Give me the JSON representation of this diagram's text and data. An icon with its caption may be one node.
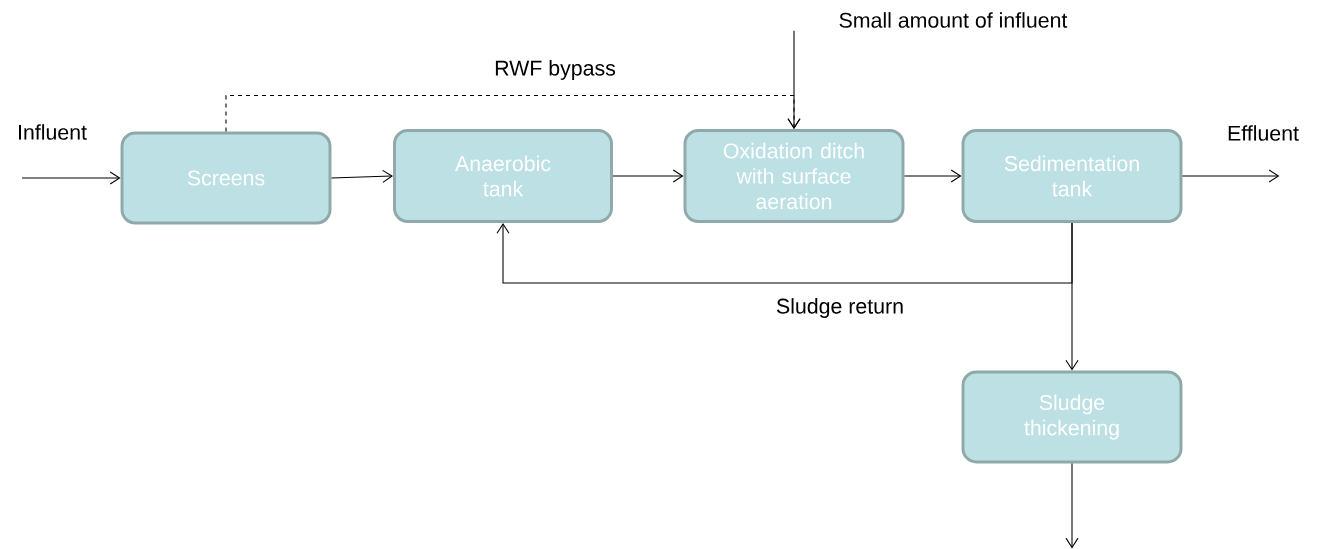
{
  "diagram": {
    "nodes": [
      {
        "text": [
          "Screens"
        ]
      },
      {
        "text": [
          "Anaerobic tank"
        ]
      },
      {
        "text": [
          "Oxidation ditch with surface aeration"
        ]
      },
      {
        "text": [
          "Sedimentation tank"
        ]
      },
      {
        "text": [
          "Sludge thickening"
        ]
      },
      {
        "text": [
          "Small amount of influent"
        ]
      }
    ],
    "edges": [
      {
        "from": null,
        "to": 0,
        "arrow": "to",
        "label": "Influent"
      },
      {
        "from": 0,
        "to": 1,
        "arrow": "to"
      },
      {
        "from": 1,
        "to": 2,
        "arrow": "to"
      },
      {
        "from": 2,
        "to": 3,
        "arrow": "to"
      },
      {
        "from": 3,
        "to": null,
        "arrow": "to",
        "label": "Effluent"
      },
      {
        "from": 5,
        "to": 2,
        "arrow": "to"
      },
      {
        "from": 0,
        "to": 2,
        "arrow": "to",
        "style": "dashed",
        "label": "RWF bypass"
      },
      {
        "from": 3,
        "to": 1,
        "arrow": "to",
        "label": "Sludge return"
      },
      {
        "from": 3,
        "to": 4,
        "arrow": "to"
      },
      {
        "from": 4,
        "to": null,
        "arrow": "to"
      }
    ]
  }
}
